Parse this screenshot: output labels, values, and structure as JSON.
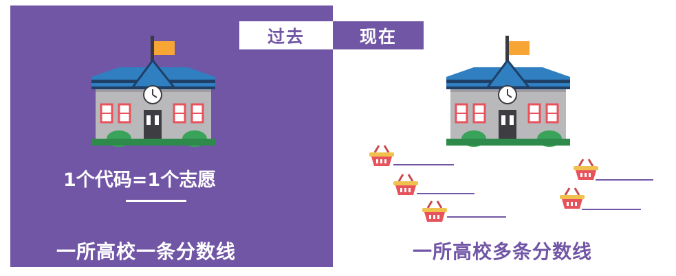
{
  "tabs": {
    "past_label": "过去",
    "now_label": "现在"
  },
  "left": {
    "equation": "1个代码=1个志愿",
    "caption": "一所高校一条分数线"
  },
  "right": {
    "caption": "一所高校多条分数线"
  },
  "colors": {
    "purple": "#7156a5",
    "white": "#ffffff",
    "roof_blue": "#2f7fc1",
    "flag_orange": "#f7a635",
    "window_red": "#e8525b",
    "wall_gray": "#b9b9bc",
    "basket_yellow": "#f0c14d",
    "grass_green": "#3aa35a"
  },
  "icons": [
    "school-icon",
    "flag-icon",
    "clock-icon",
    "basket-icon"
  ]
}
